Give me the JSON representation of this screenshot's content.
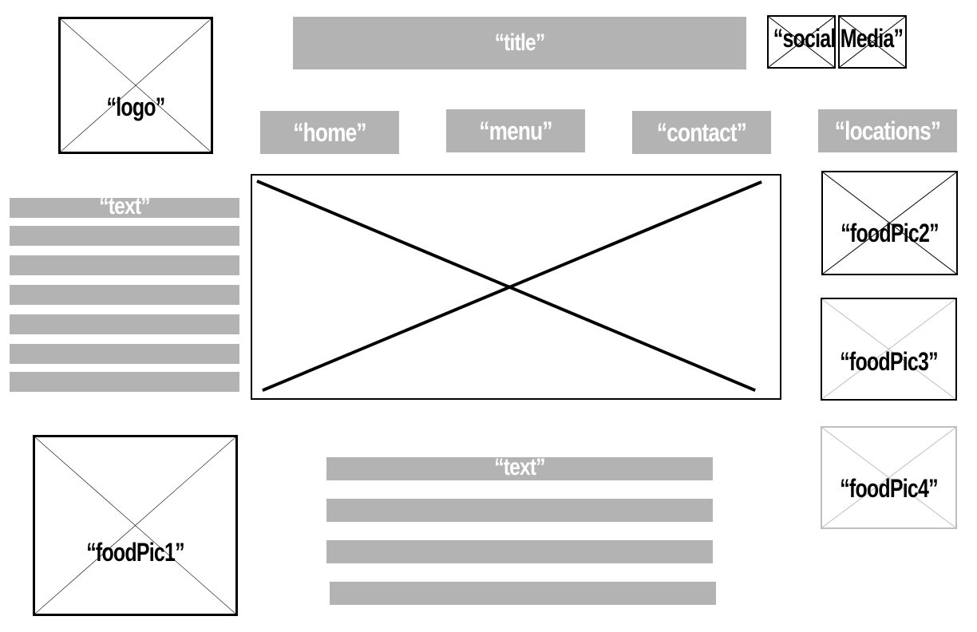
{
  "header": {
    "logo_label": "“logo”",
    "title_label": "“title”",
    "social_label": "“social Media”"
  },
  "nav": {
    "home": "“home”",
    "menu": "“menu”",
    "contact": "“contact”",
    "locations": "“locations”"
  },
  "side_text": {
    "label": "“text”"
  },
  "bottom_text": {
    "label": "“text”"
  },
  "food_pics": {
    "pic1": "“foodPic1”",
    "pic2": "“foodPic2”",
    "pic3": "“foodPic3”",
    "pic4": "“foodPic4”"
  },
  "colors": {
    "placeholder_bar": "#b3b3b3",
    "stroke": "#000000",
    "light_stroke": "#bfbfbf"
  }
}
